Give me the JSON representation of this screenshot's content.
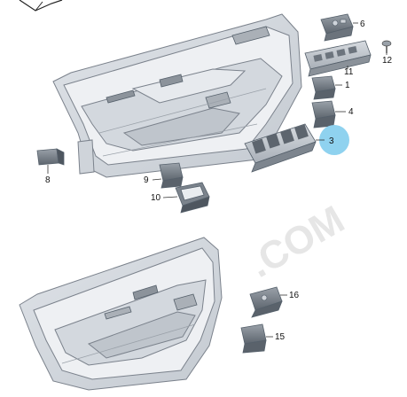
{
  "diagram": {
    "watermark": ".COM",
    "highlight_color": "#8fd2ef",
    "callouts": {
      "c1": "1",
      "c3": "3",
      "c4": "4",
      "c6": "6",
      "c8": "8",
      "c9": "9",
      "c10": "10",
      "c11": "11",
      "c12": "12",
      "c15": "15",
      "c16": "16"
    },
    "parts": [
      {
        "callout": "1",
        "icon": "window-switch-single-icon"
      },
      {
        "callout": "3",
        "icon": "window-switch-block-icon",
        "highlighted": true
      },
      {
        "callout": "4",
        "icon": "window-switch-single-icon"
      },
      {
        "callout": "6",
        "icon": "mirror-switch-icon"
      },
      {
        "callout": "8",
        "icon": "small-switch-icon"
      },
      {
        "callout": "9",
        "icon": "switch-icon"
      },
      {
        "callout": "10",
        "icon": "switch-frame-icon"
      },
      {
        "callout": "11",
        "icon": "seat-memory-switch-block-icon"
      },
      {
        "callout": "12",
        "icon": "screw-icon"
      },
      {
        "callout": "15",
        "icon": "window-switch-single-icon"
      },
      {
        "callout": "16",
        "icon": "mirror-switch-icon"
      }
    ]
  }
}
